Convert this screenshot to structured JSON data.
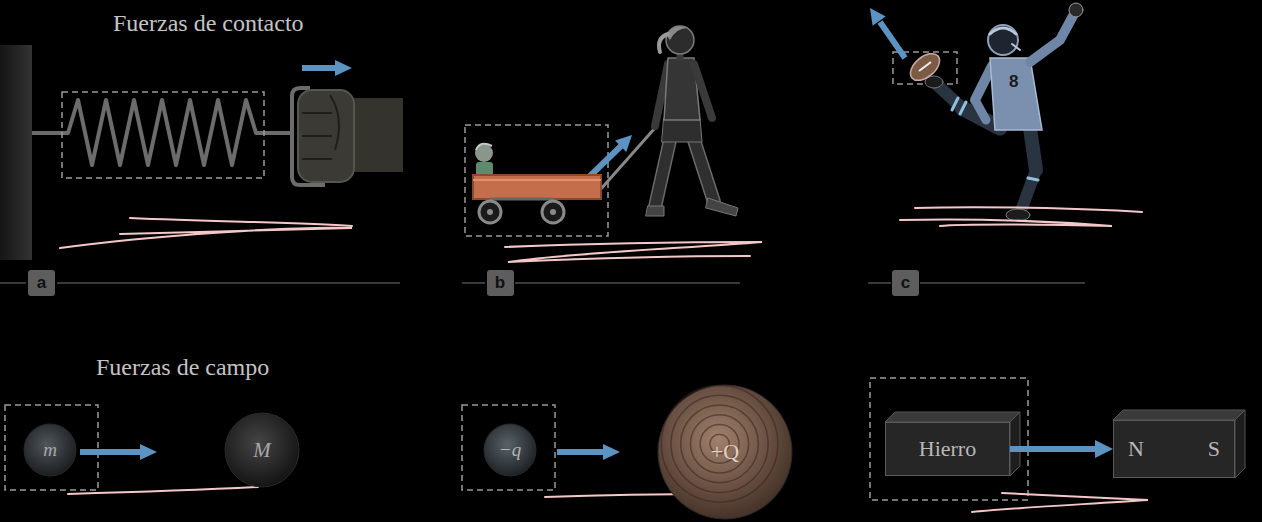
{
  "diagram": {
    "nodes": [
      {
        "text": [
          "a"
        ]
      },
      {
        "text": [
          "b"
        ]
      },
      {
        "text": [
          "c"
        ]
      },
      {
        "text": [
          "m"
        ]
      },
      {
        "text": [
          "M"
        ]
      },
      {
        "text": [
          "−q"
        ]
      },
      {
        "text": [
          "+Q"
        ]
      },
      {
        "text": [
          "Hierro"
        ]
      },
      {
        "text": [
          "N",
          "S"
        ]
      }
    ],
    "edges": [
      {
        "from": 7,
        "to": 8,
        "arrow": "to"
      }
    ],
    "labels": [
      "Fuerzas de contacto",
      "Fuerzas de campo",
      "8"
    ]
  }
}
